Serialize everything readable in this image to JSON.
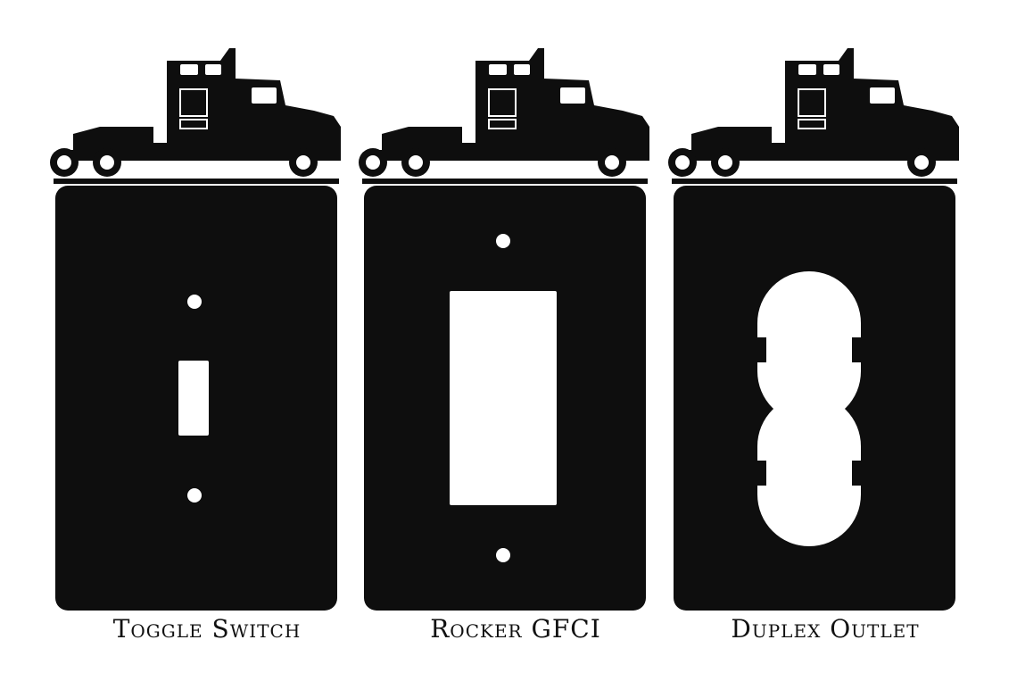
{
  "products": [
    {
      "cover_type": "toggle",
      "caption": "Toggle Switch"
    },
    {
      "cover_type": "rocker",
      "caption": "Rocker GFCI"
    },
    {
      "cover_type": "duplex",
      "caption": "Duplex Outlet"
    }
  ],
  "colors": {
    "metal": "#0e0e0e",
    "background": "#ffffff",
    "caption_text": "#111111"
  },
  "icon_names": [
    "semi-truck-icon"
  ]
}
